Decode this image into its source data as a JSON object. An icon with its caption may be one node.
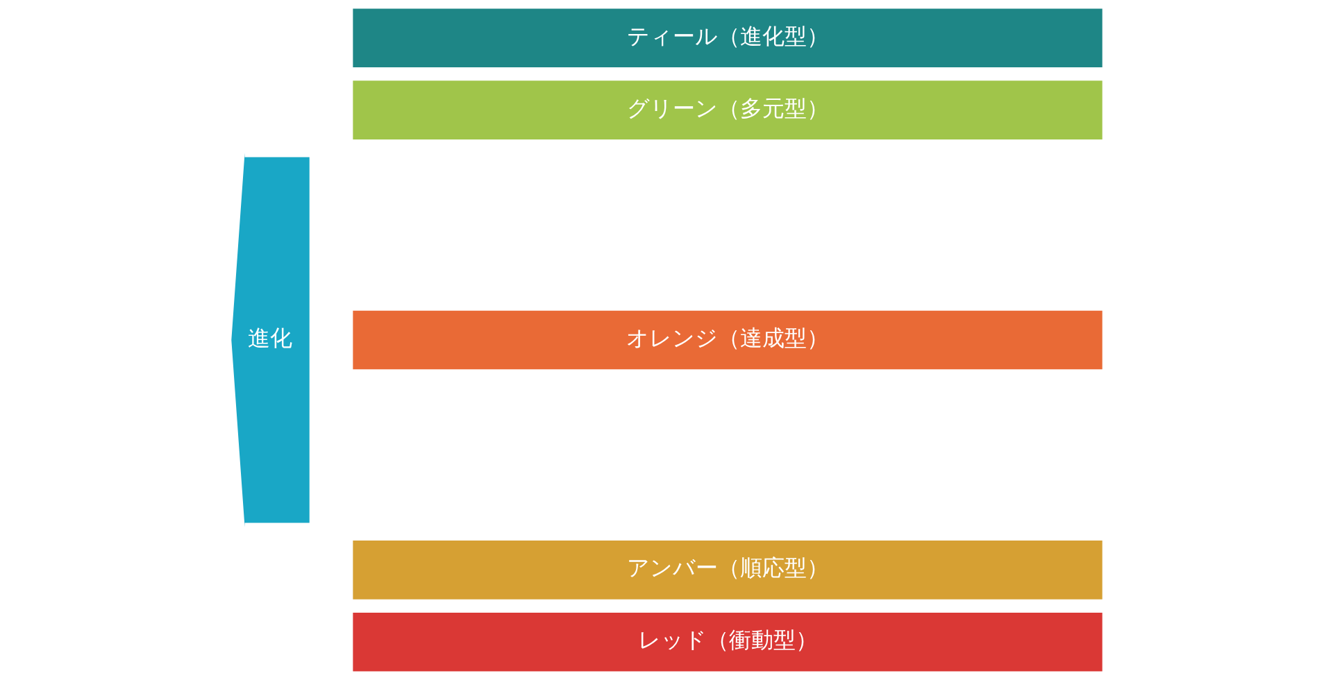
{
  "diagram": {
    "nodes": [
      {
        "text": [
          "進化"
        ]
      },
      {
        "text": [
          "ティール（進化型）"
        ]
      },
      {
        "text": [
          "グリーン（多元型）"
        ]
      },
      {
        "text": [
          "オレンジ（達成型）"
        ]
      },
      {
        "text": [
          "アンバー（順応型）"
        ]
      },
      {
        "text": [
          "レッド（衝動型）"
        ]
      }
    ],
    "edges": []
  }
}
